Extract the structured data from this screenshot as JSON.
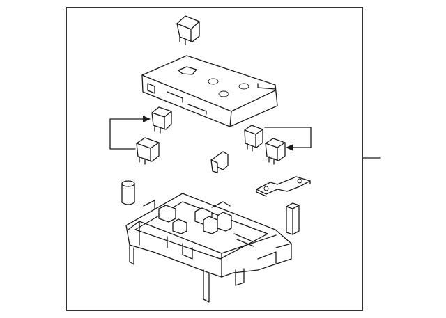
{
  "diagram": {
    "kind": "exploded-parts-illustration",
    "subject": "fuse-and-relay-box-assembly",
    "line_color": "#1a1a1a",
    "background": "#ffffff",
    "callout_arrows": 2
  }
}
